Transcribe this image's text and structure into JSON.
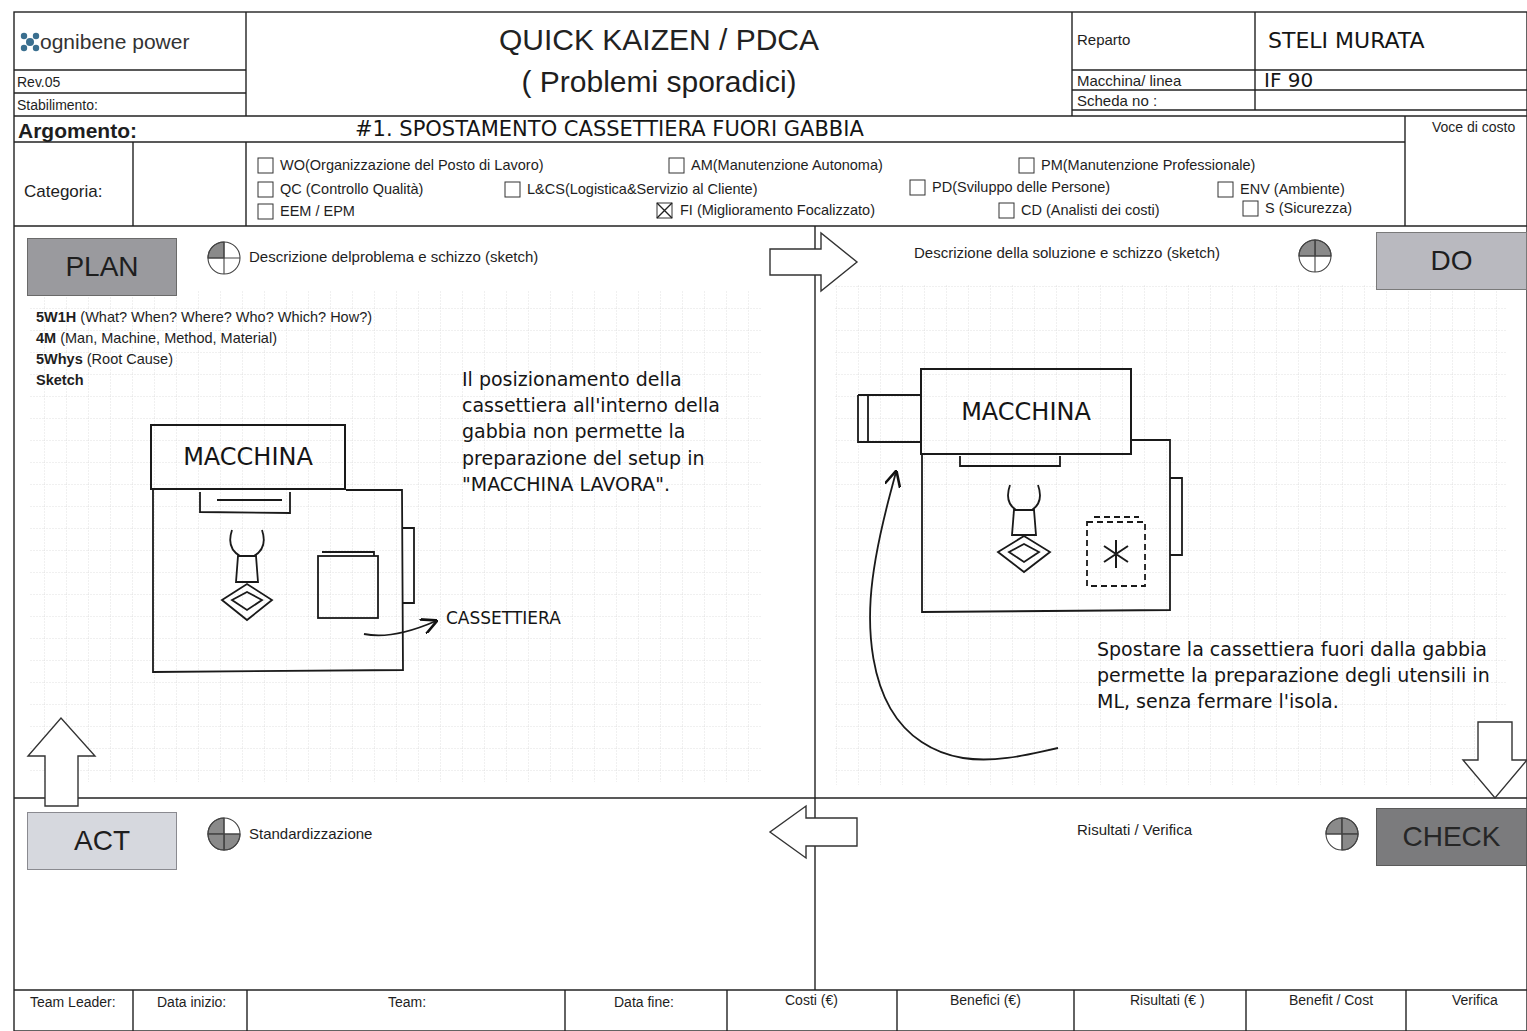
{
  "diagram": {
    "title": "QUICK KAIZEN / PDCA",
    "nodes": [
      {
        "text": [
          "PLAN"
        ]
      },
      {
        "text": [
          "MACCHINA"
        ]
      },
      {
        "text": [
          "DO"
        ]
      },
      {
        "text": [
          "MACCHINA"
        ]
      },
      {
        "text": [
          "ACT"
        ]
      },
      {
        "text": [
          "CHECK"
        ]
      }
    ],
    "labels": [
      "ognibene power",
      "Rev.05",
      "Stabilimento:",
      "( Problemi sporadici)",
      "Reparto",
      "STELI MURATA",
      "Macchina/ linea",
      "IF 90",
      "Scheda no :",
      "Argomento:",
      "#1. SPOSTAMENTO CASSETTIERA FUORI GABBIA",
      "Voce di costo",
      "Categoria:",
      "WO(Organizzazione del Posto di Lavoro)",
      "AM(Manutenzione Autonoma)",
      "PM(Manutenzione Professionale)",
      "QC (Controllo Qualità)",
      "L&CS(Logistica&Servizio al Cliente)",
      "PD(Sviluppo delle Persone)",
      "ENV (Ambiente)",
      "EEM / EPM",
      "FI (Miglioramento Focalizzato)",
      "CD (Analisti dei costi)",
      "S (Sicurezza)",
      "Descrizione delproblema e schizzo (sketch)",
      "5W1H (What? When? Where? Who? Which? How?)",
      "4M (Man, Machine, Method, Material)",
      "5Whys (Root Cause)",
      "Sketch",
      "Il posizionamento della cassettiera all'interno della gabbia non permette la preparazione del setup in \"MACCHINA LAVORA\".",
      "CASSETTIERA",
      "Descrizione della soluzione e schizzo (sketch)",
      "Spostare la cassettiera fuori dalla gabbia permette la preparazione degli utensili in ML, senza fermare l'isola.",
      "Standardizzazione",
      "Risultati / Verifica",
      "Team Leader:",
      "Data inizio:",
      "Team:",
      "Data fine:",
      "Costi (€)",
      "Benefici (€)",
      "Risultati (€ )",
      "Benefit / Cost",
      "Verifica"
    ]
  }
}
